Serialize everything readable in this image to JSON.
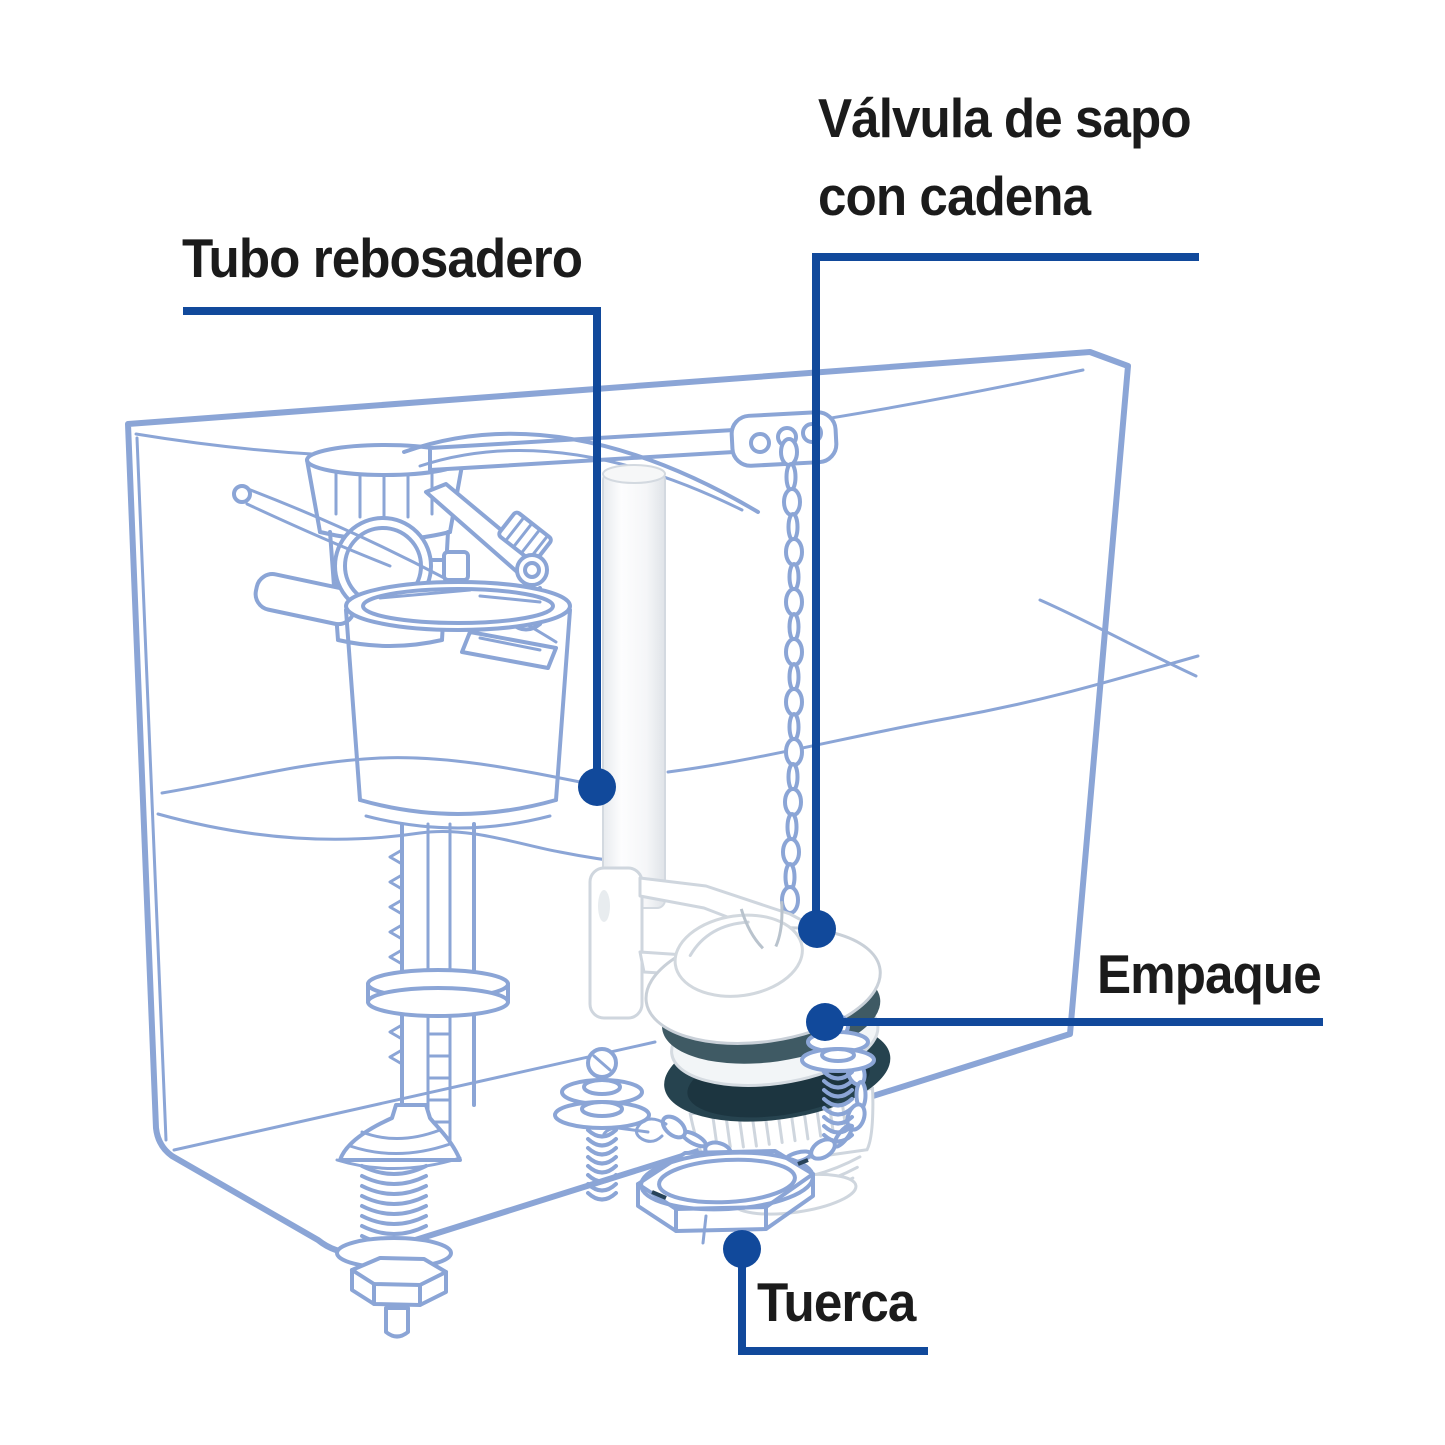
{
  "diagram": {
    "type": "toilet-tank-flush-valve-parts-diagram",
    "labels": {
      "tubo_rebosadero": "Tubo rebosadero",
      "valvula_line1": "Válvula de sapo",
      "valvula_line2": "con cadena",
      "empaque": "Empaque",
      "tuerca": "Tuerca"
    },
    "parts": [
      "tank-outline",
      "water-line",
      "fill-valve",
      "overflow-tube",
      "flush-lever-arm",
      "chain",
      "flapper-valve",
      "rubber-gasket",
      "threaded-collar",
      "mounting-bolts",
      "hex-nut"
    ],
    "colors": {
      "label_text": "#1b1b1b",
      "connector": "#11499b",
      "line_art": "#8ba5d6",
      "gasket_dark": "#26434f",
      "gasket_mid": "#3f5a64",
      "gasket_deep": "#1c3540",
      "part_stroke": "#cfd6de",
      "background": "#ffffff"
    }
  }
}
